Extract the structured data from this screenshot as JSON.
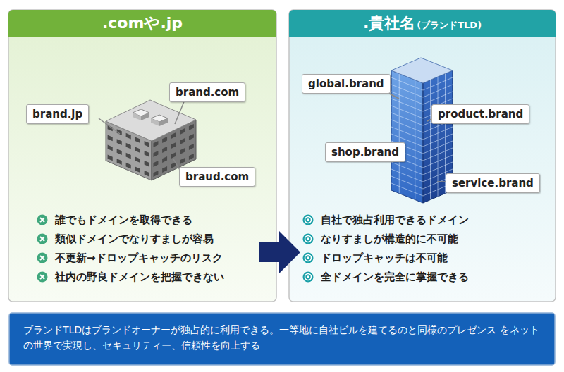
{
  "diagram": {
    "nodes": [
      {
        "text": [
          ".comや.jp",
          "誰でもドメインを取得できる",
          "類似ドメインでなりすましが容易",
          "不更新→ドロップキャッチのリスク",
          "社内の野良ドメインを把握できない"
        ]
      },
      {
        "text": [
          "brand.jp"
        ],
        "in": 0
      },
      {
        "text": [
          "brand.com"
        ],
        "in": 0
      },
      {
        "text": [
          "braud.com"
        ],
        "in": 0
      },
      {
        "text": [
          ".貴社名",
          "(ブランドTLD)",
          "自社で独占利用できるドメイン",
          "なりすましが構造的に不可能",
          "ドロップキャッチは不可能",
          "全ドメインを完全に掌握できる"
        ]
      },
      {
        "text": [
          "global.brand"
        ],
        "in": 4
      },
      {
        "text": [
          "product.brand"
        ],
        "in": 4
      },
      {
        "text": [
          "shop.brand"
        ],
        "in": 4
      },
      {
        "text": [
          "service.brand"
        ],
        "in": 4
      },
      {
        "text": [
          "ブランドTLDはブランドオーナーが独占的に利用できる。一等地に自社ビルを建てるのと同様のプレゼンス をネットの世界で実現し、セキュリティー、信頼性を向上する"
        ]
      }
    ],
    "edges": [
      {
        "from": 0,
        "to": 4,
        "arrow": "to"
      }
    ]
  }
}
